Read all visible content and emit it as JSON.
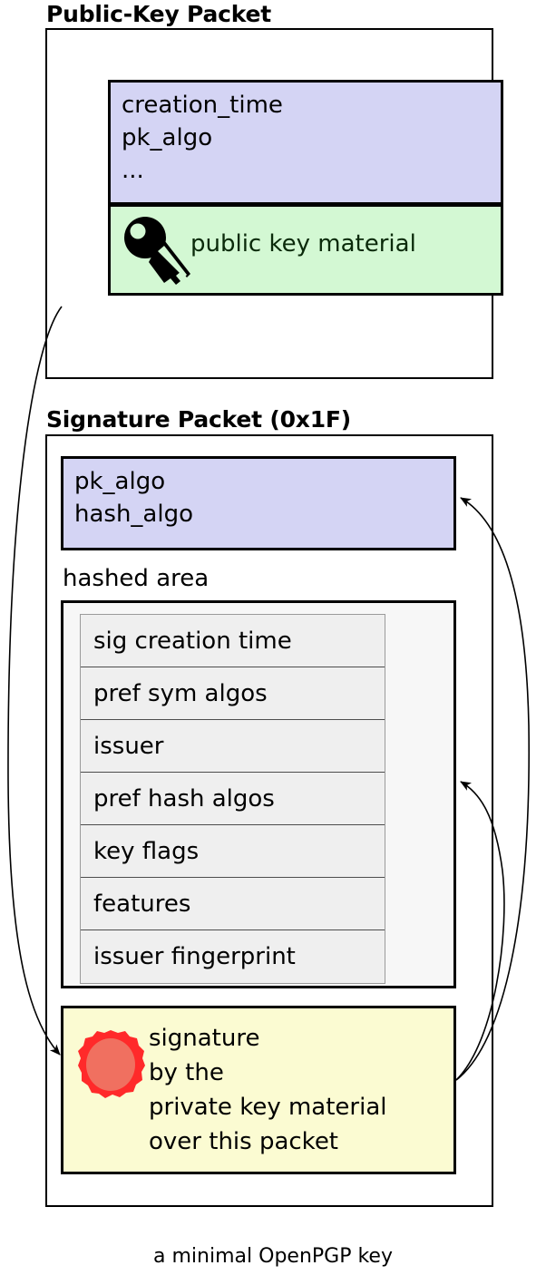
{
  "caption": "a minimal OpenPGP key",
  "colors": {
    "meta_block": "#d4d4f4",
    "key_block": "#d3f8d3",
    "sig_block": "#fbfbd2",
    "hashed_area": "#f7f7f7",
    "hashed_row": "#efefef",
    "seal_outer": "#ff2a2a",
    "seal_inner": "#f07060",
    "outline": "#000000"
  },
  "public_key_packet": {
    "title": "Public-Key Packet",
    "meta_fields": "creation_time\npk_algo\n...",
    "key_material": {
      "icon": "key-icon",
      "label": "public key material"
    }
  },
  "signature_packet": {
    "title": "Signature Packet (0x1F)",
    "meta_fields": "pk_algo\nhash_algo",
    "hashed_area": {
      "label": "hashed area",
      "subpackets": [
        "sig creation time",
        "pref sym algos",
        "issuer",
        "pref hash algos",
        "key flags",
        "features",
        "issuer fingerprint"
      ]
    },
    "signature_value": {
      "icon": "wax-seal-icon",
      "text": "signature\nby the\nprivate key material\nover this packet"
    }
  }
}
